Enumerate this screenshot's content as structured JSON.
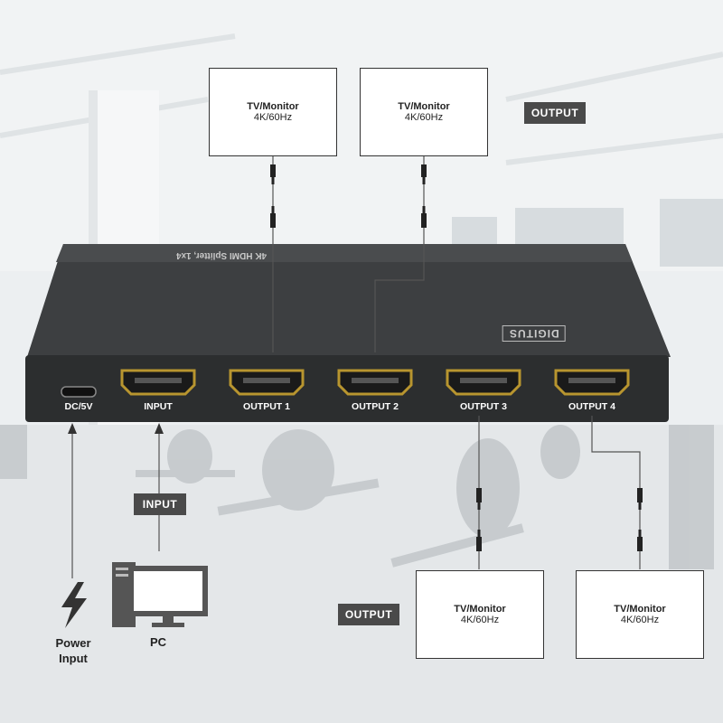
{
  "device": {
    "model_text": "4K HDMI Splitter, 1x4",
    "logo": "DIGITUS",
    "ports": [
      "DC/5V",
      "INPUT",
      "OUTPUT 1",
      "OUTPUT 2",
      "OUTPUT 3",
      "OUTPUT 4"
    ]
  },
  "monitors": [
    {
      "title": "TV/Monitor",
      "spec": "4K/60Hz"
    },
    {
      "title": "TV/Monitor",
      "spec": "4K/60Hz"
    },
    {
      "title": "TV/Monitor",
      "spec": "4K/60Hz"
    },
    {
      "title": "TV/Monitor",
      "spec": "4K/60Hz"
    }
  ],
  "tags": {
    "output_top": "OUTPUT",
    "output_bottom": "OUTPUT",
    "input": "INPUT"
  },
  "sources": {
    "power_line1": "Power",
    "power_line2": "Input",
    "pc": "PC"
  },
  "colors": {
    "device_body": "#303233",
    "tag_bg": "#4a4a4a",
    "hdmi_gold": "#b8952f",
    "background": "#e9ecee"
  }
}
